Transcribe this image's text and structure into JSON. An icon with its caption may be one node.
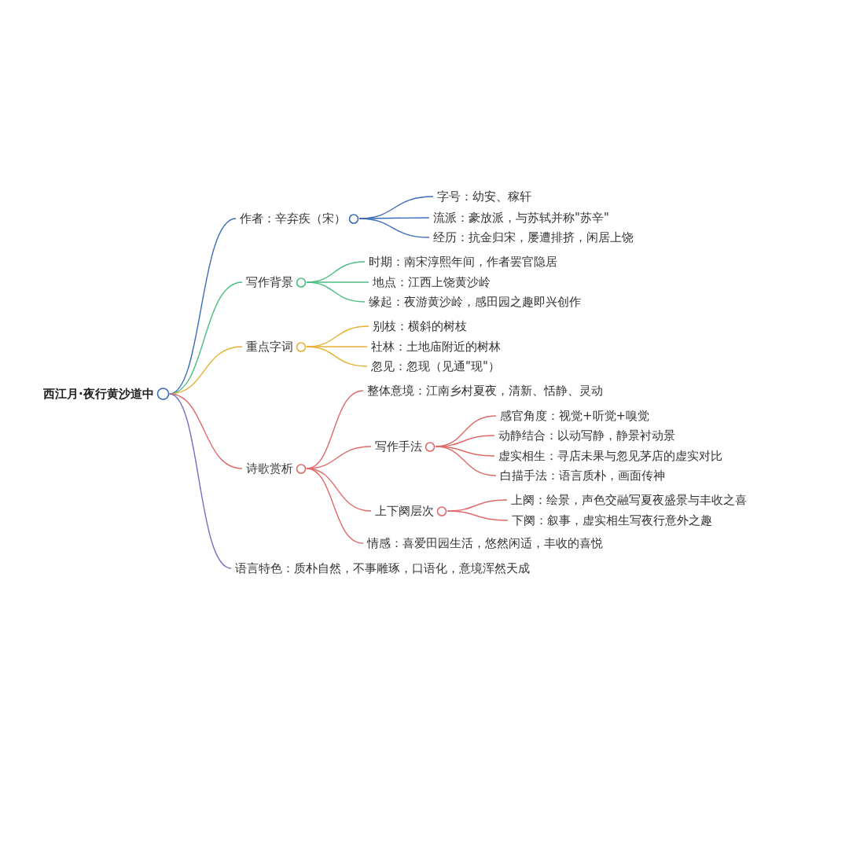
{
  "diagram": {
    "nodes": [
      {
        "text": [
          "西江月·夜行黄沙道中"
        ]
      },
      {
        "text": [
          "作者：辛弃疾（宋）"
        ]
      },
      {
        "text": [
          "字号：幼安、稼轩"
        ]
      },
      {
        "text": [
          "流派：豪放派，与苏轼并称\"苏辛\""
        ]
      },
      {
        "text": [
          "经历：抗金归宋，屡遭排挤，闲居上饶"
        ]
      },
      {
        "text": [
          "写作背景"
        ]
      },
      {
        "text": [
          "时期：南宋淳熙年间，作者罢官隐居"
        ]
      },
      {
        "text": [
          "地点：江西上饶黄沙岭"
        ]
      },
      {
        "text": [
          "缘起：夜游黄沙岭，感田园之趣即兴创作"
        ]
      },
      {
        "text": [
          "重点字词"
        ]
      },
      {
        "text": [
          "别枝：横斜的树枝"
        ]
      },
      {
        "text": [
          "社林：土地庙附近的树林"
        ]
      },
      {
        "text": [
          "忽见：忽现（见通\"现\"）"
        ]
      },
      {
        "text": [
          "诗歌赏析"
        ]
      },
      {
        "text": [
          "整体意境：江南乡村夏夜，清新、恬静、灵动"
        ]
      },
      {
        "text": [
          "写作手法"
        ]
      },
      {
        "text": [
          "感官角度：视觉+听觉+嗅觉"
        ]
      },
      {
        "text": [
          "动静结合：以动写静，静景衬动景"
        ]
      },
      {
        "text": [
          "虚实相生：寻店未果与忽见茅店的虚实对比"
        ]
      },
      {
        "text": [
          "白描手法：语言质朴，画面传神"
        ]
      },
      {
        "text": [
          "上下阕层次"
        ]
      },
      {
        "text": [
          "上阕：绘景，声色交融写夏夜盛景与丰收之喜"
        ]
      },
      {
        "text": [
          "下阕：叙事，虚实相生写夜行意外之趣"
        ]
      },
      {
        "text": [
          "情感：喜爱田园生活，悠然闲适，丰收的喜悦"
        ]
      },
      {
        "text": [
          "语言特色：质朴自然，不事雕琢，口语化，意境浑然天成"
        ]
      }
    ],
    "edges": [
      {
        "from": 0,
        "to": 1,
        "arrow": "none",
        "color": "#3a6bb8"
      },
      {
        "from": 0,
        "to": 5,
        "arrow": "none",
        "color": "#4dbd83"
      },
      {
        "from": 0,
        "to": 9,
        "arrow": "none",
        "color": "#e6b034"
      },
      {
        "from": 0,
        "to": 13,
        "arrow": "none",
        "color": "#df6a6a"
      },
      {
        "from": 0,
        "to": 24,
        "arrow": "none",
        "color": "#7a6cc2"
      },
      {
        "from": 1,
        "to": 2,
        "arrow": "none",
        "color": "#3a6bb8"
      },
      {
        "from": 1,
        "to": 3,
        "arrow": "none",
        "color": "#3a6bb8"
      },
      {
        "from": 1,
        "to": 4,
        "arrow": "none",
        "color": "#3a6bb8"
      },
      {
        "from": 5,
        "to": 6,
        "arrow": "none",
        "color": "#4dbd83"
      },
      {
        "from": 5,
        "to": 7,
        "arrow": "none",
        "color": "#4dbd83"
      },
      {
        "from": 5,
        "to": 8,
        "arrow": "none",
        "color": "#4dbd83"
      },
      {
        "from": 9,
        "to": 10,
        "arrow": "none",
        "color": "#e6b034"
      },
      {
        "from": 9,
        "to": 11,
        "arrow": "none",
        "color": "#e6b034"
      },
      {
        "from": 9,
        "to": 12,
        "arrow": "none",
        "color": "#e6b034"
      },
      {
        "from": 13,
        "to": 14,
        "arrow": "none",
        "color": "#df6a6a"
      },
      {
        "from": 13,
        "to": 15,
        "arrow": "none",
        "color": "#df6a6a"
      },
      {
        "from": 13,
        "to": 20,
        "arrow": "none",
        "color": "#df6a6a"
      },
      {
        "from": 13,
        "to": 23,
        "arrow": "none",
        "color": "#df6a6a"
      },
      {
        "from": 15,
        "to": 16,
        "arrow": "none",
        "color": "#df6a6a"
      },
      {
        "from": 15,
        "to": 17,
        "arrow": "none",
        "color": "#df6a6a"
      },
      {
        "from": 15,
        "to": 18,
        "arrow": "none",
        "color": "#df6a6a"
      },
      {
        "from": 15,
        "to": 19,
        "arrow": "none",
        "color": "#df6a6a"
      },
      {
        "from": 20,
        "to": 21,
        "arrow": "none",
        "color": "#df6a6a"
      },
      {
        "from": 20,
        "to": 22,
        "arrow": "none",
        "color": "#df6a6a"
      }
    ]
  }
}
